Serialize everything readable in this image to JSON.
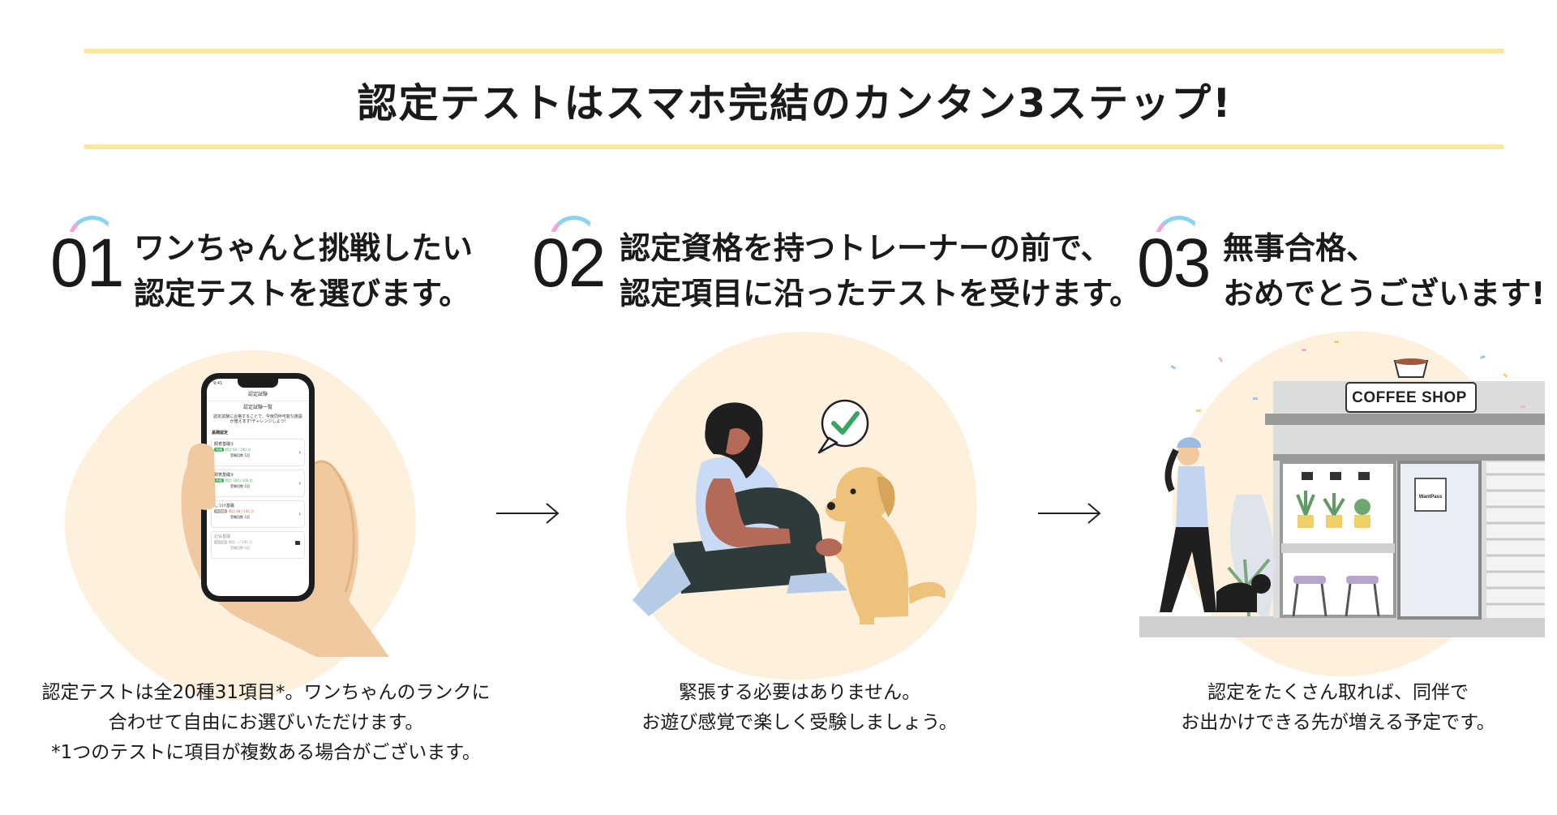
{
  "header": {
    "title": "認定テストはスマホ完結のカンタン3ステップ!"
  },
  "steps": [
    {
      "number": "01",
      "heading_line1": "ワンちゃんと挑戦したい",
      "heading_line2": "認定テストを選びます。",
      "desc_line1": "認定テストは全20種31項目*。ワンちゃんのランクに",
      "desc_line2": "合わせて自由にお選びいただけます。",
      "desc_line3": "*1つのテストに項目が複数ある場合がございます。"
    },
    {
      "number": "02",
      "heading_line1": "認定資格を持つトレーナーの前で、",
      "heading_line2": "認定項目に沿ったテストを受けます。",
      "desc_line1": "緊張する必要はありません。",
      "desc_line2": "お遊び感覚で楽しく受験しましょう。"
    },
    {
      "number": "03",
      "heading_line1": "無事合格、",
      "heading_line2": "おめでとうございます!",
      "desc_line1": "認定をたくさん取れば、同伴で",
      "desc_line2": "お出かけできる先が増える予定です。"
    }
  ],
  "phone_screen": {
    "time": "9:41",
    "header": "認定試験",
    "list_title": "認定試験一覧",
    "intro": "認定試験に合格することで、今後同伴可能な施設が増えます!チャレンジしよう!",
    "section": "基礎認定",
    "items": [
      {
        "name": "飼育基礎①",
        "badge": "合格",
        "score": "得点 84 / 100 点",
        "detail": "受験回数 1回"
      },
      {
        "name": "飼育基礎②",
        "badge": "合格",
        "score": "得点 100 / 100 点",
        "detail": "受験回数 1回"
      },
      {
        "name": "しつけ基礎",
        "badge": "不合格",
        "score": "得点 48 / 100 点",
        "detail": "受験回数 1回"
      },
      {
        "name": "社会基礎",
        "badge": "未受験",
        "score": "得点 -- / 100 点",
        "detail": "受験回数 0回"
      }
    ]
  },
  "shop_sign": "COFFEE SHOP",
  "shop_poster": "WantPass",
  "colors": {
    "rule": "#fce79a",
    "blob": "#fdf1de",
    "pass_green": "#3fae5a",
    "fail_red": "#e05a5a",
    "check_green": "#3aa563",
    "dog": "#eec27a"
  }
}
